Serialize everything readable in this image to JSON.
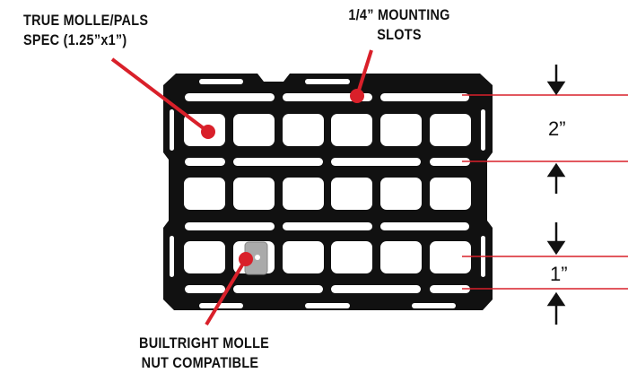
{
  "callouts": {
    "molle_spec": {
      "line1": "TRUE MOLLE/PALS",
      "line2": "SPEC (1.25”x1”)"
    },
    "mounting_slots": {
      "line1": "1/4” MOUNTING",
      "line2": "SLOTS"
    },
    "nut": {
      "line1": "BUILTRIGHT MOLLE",
      "line2": "NUT COMPATIBLE"
    }
  },
  "dimensions": {
    "large": "2”",
    "small": "1”"
  },
  "colors": {
    "accent": "#d9202a",
    "plate": "#111111"
  }
}
